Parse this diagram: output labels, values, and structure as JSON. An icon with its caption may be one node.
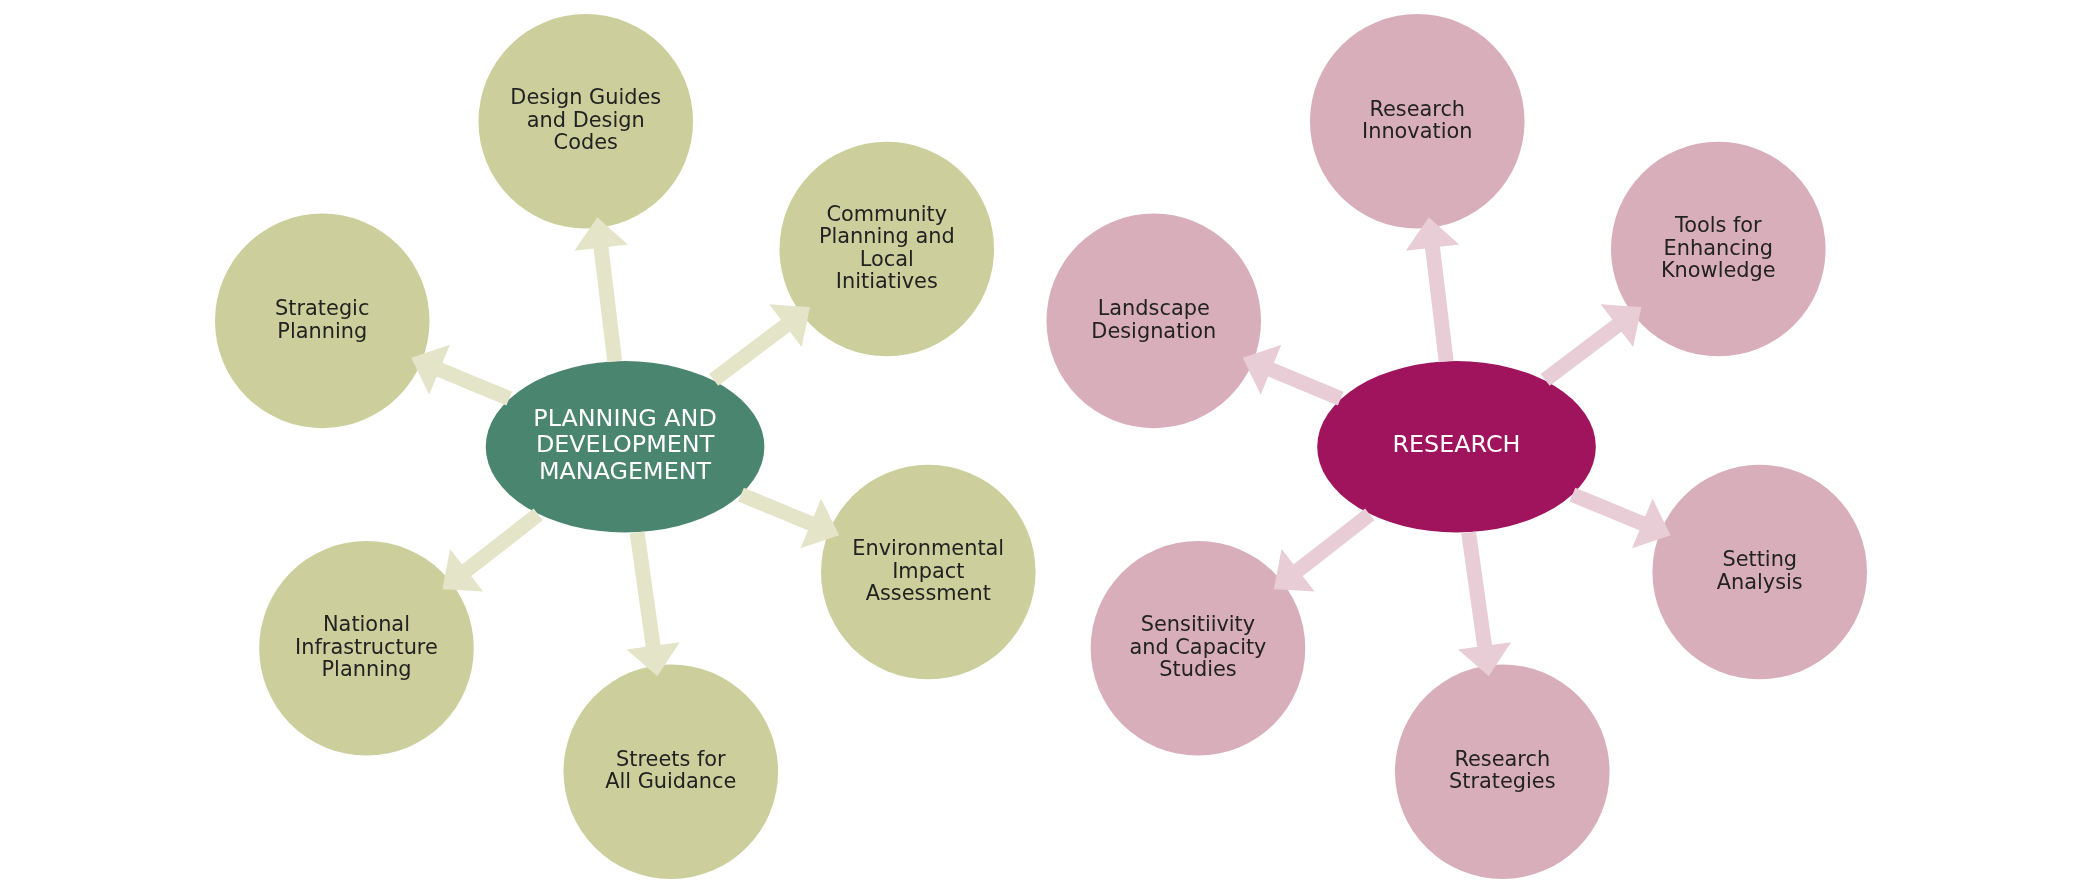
{
  "diagram": {
    "nodes": [
      {
        "text": [
          "Strategic Planning"
        ]
      },
      {
        "text": [
          "Environmental Impact Assessment"
        ]
      },
      {
        "text": [
          "Streets for All Guidance"
        ]
      },
      {
        "text": [
          "PLANNING AND DEVELOPMENT MANAGEMENT"
        ]
      },
      {
        "text": [
          "Community Planning and Local Initiatives"
        ]
      },
      {
        "text": [
          "Design Guides and Design Codes"
        ]
      },
      {
        "text": [
          "National Infrastructure Planning"
        ]
      },
      {
        "text": [
          "Landscape Designation"
        ]
      },
      {
        "text": [
          "Setting Analysis"
        ]
      },
      {
        "text": [
          "Research Strategies"
        ]
      },
      {
        "text": [
          "RESEARCH"
        ]
      },
      {
        "text": [
          "Tools for Enhancing Knowledge"
        ]
      },
      {
        "text": [
          "Research Innovation"
        ]
      },
      {
        "text": [
          "Sensitiivity and Capacity Studies"
        ]
      }
    ],
    "edges": [
      {
        "from": 3,
        "to": 0,
        "arrow": "to"
      },
      {
        "from": 3,
        "to": 1,
        "arrow": "to"
      },
      {
        "from": 3,
        "to": 2,
        "arrow": "to"
      },
      {
        "from": 3,
        "to": 4,
        "arrow": "to"
      },
      {
        "from": 3,
        "to": 5,
        "arrow": "to"
      },
      {
        "from": 3,
        "to": 6,
        "arrow": "to"
      },
      {
        "from": 10,
        "to": 7,
        "arrow": "to",
        "color": "#e8ccd6"
      },
      {
        "from": 10,
        "to": 8,
        "arrow": "to",
        "color": "#e8ccd6"
      },
      {
        "from": 10,
        "to": 9,
        "arrow": "to",
        "color": "#e8ccd6"
      },
      {
        "from": 10,
        "to": 11,
        "arrow": "to",
        "color": "#e8ccd6"
      },
      {
        "from": 10,
        "to": 12,
        "arrow": "to",
        "color": "#e8ccd6"
      },
      {
        "from": 10,
        "to": 13,
        "arrow": "to",
        "color": "#e8ccd6"
      }
    ]
  }
}
